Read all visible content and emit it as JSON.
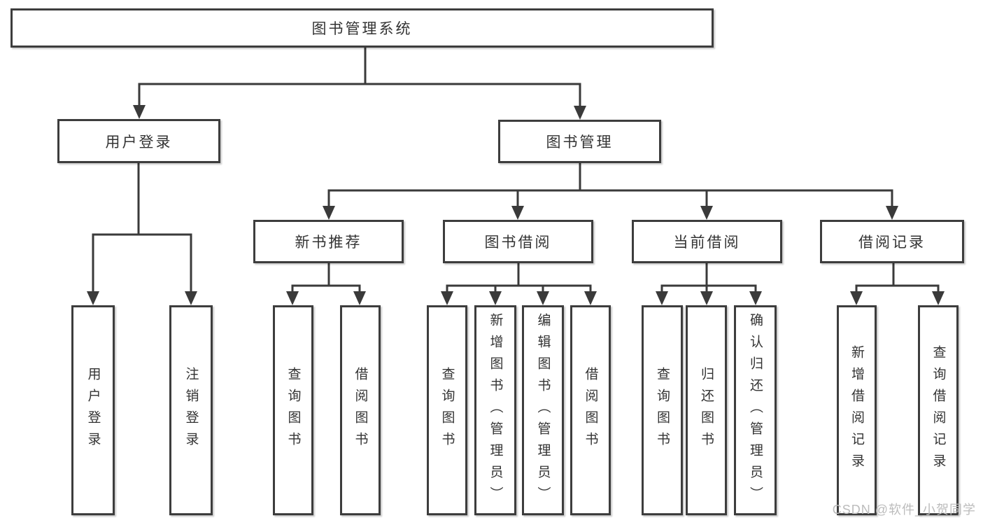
{
  "title": "图书管理系统",
  "level2": [
    {
      "label": "用户登录"
    },
    {
      "label": "图书管理"
    }
  ],
  "level3": [
    {
      "label": "新书推荐"
    },
    {
      "label": "图书借阅"
    },
    {
      "label": "当前借阅"
    },
    {
      "label": "借阅记录"
    }
  ],
  "level4": {
    "login": [
      {
        "label": "用户登录"
      },
      {
        "label": "注销登录"
      }
    ],
    "recommend": [
      {
        "label": "查询图书"
      },
      {
        "label": "借阅图书"
      }
    ],
    "borrow": [
      {
        "label": "查询图书"
      },
      {
        "label": "新增图书（管理员）"
      },
      {
        "label": "编辑图书（管理员）"
      },
      {
        "label": "借阅图书"
      }
    ],
    "current": [
      {
        "label": "查询图书"
      },
      {
        "label": "归还图书"
      },
      {
        "label": "确认归还（管理员）"
      }
    ],
    "records": [
      {
        "label": "新增借阅记录"
      },
      {
        "label": "查询借阅记录"
      }
    ]
  },
  "watermark": "CSDN @软件_小贺同学",
  "colors": {
    "line": "#3a3a3a",
    "box_border": "#3d3d3d",
    "text": "#333333",
    "watermark": "#bcbcbc",
    "background": "#ffffff"
  }
}
